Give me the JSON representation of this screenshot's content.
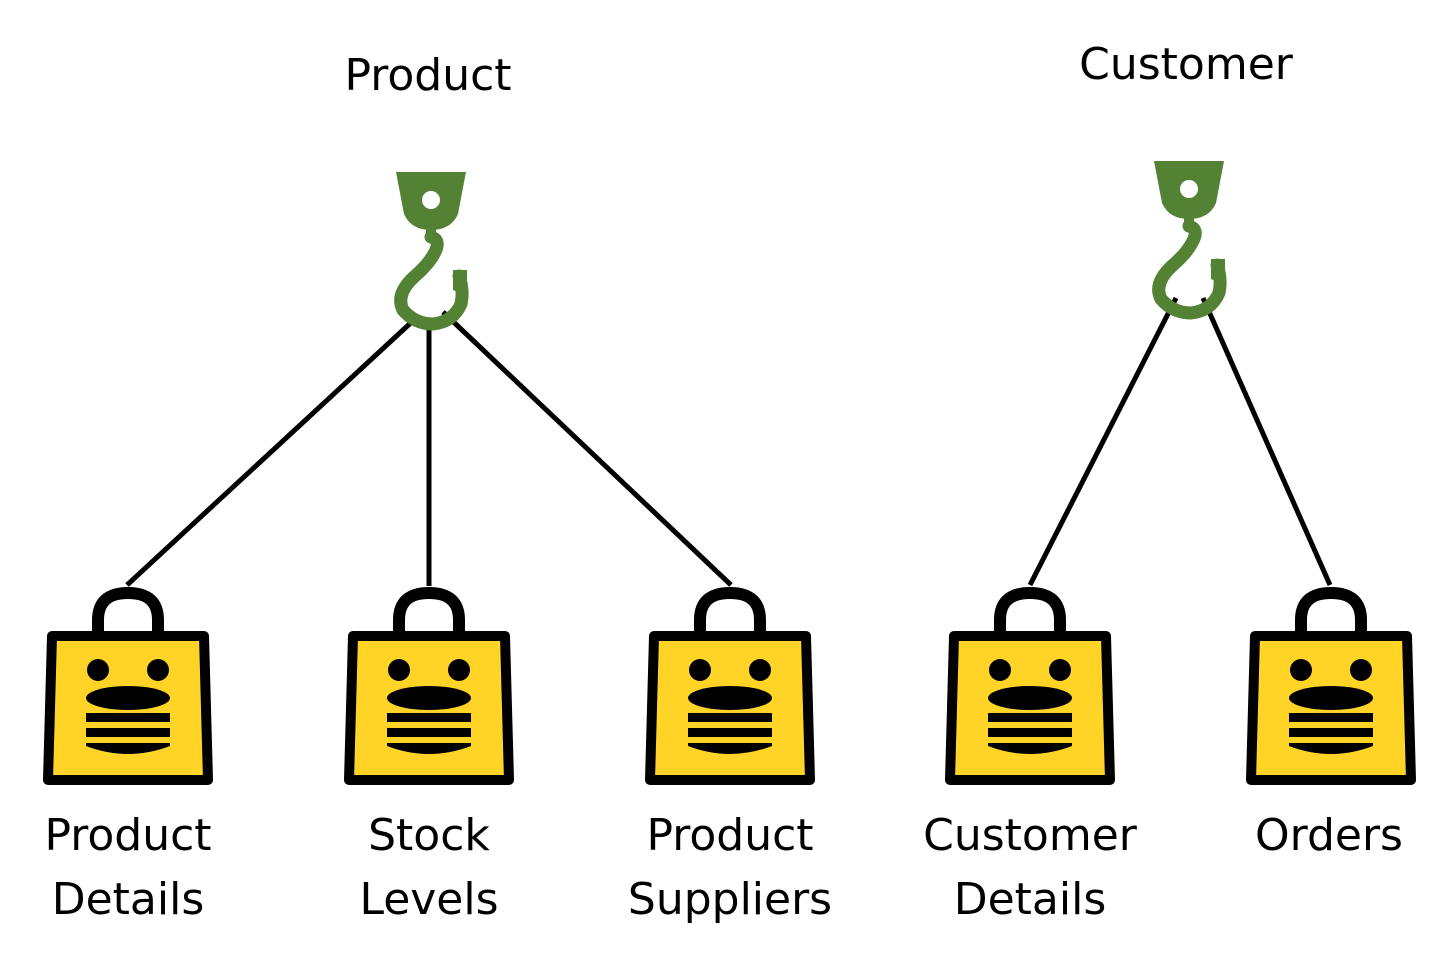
{
  "groups": [
    {
      "title": "Product",
      "hook_icon": "crane-hook-icon",
      "items": [
        {
          "line1": "Product",
          "line2": "Details",
          "icon": "shopping-bag-database-icon"
        },
        {
          "line1": "Stock",
          "line2": "Levels",
          "icon": "shopping-bag-database-icon"
        },
        {
          "line1": "Product",
          "line2": "Suppliers",
          "icon": "shopping-bag-database-icon"
        }
      ]
    },
    {
      "title": "Customer",
      "hook_icon": "crane-hook-icon",
      "items": [
        {
          "line1": "Customer",
          "line2": "Details",
          "icon": "shopping-bag-database-icon"
        },
        {
          "line1": "Orders",
          "line2": "",
          "icon": "shopping-bag-database-icon"
        }
      ]
    }
  ],
  "colors": {
    "hook": "#548235",
    "bag_fill": "#FFD426",
    "outline": "#000000",
    "line": "#000000"
  }
}
